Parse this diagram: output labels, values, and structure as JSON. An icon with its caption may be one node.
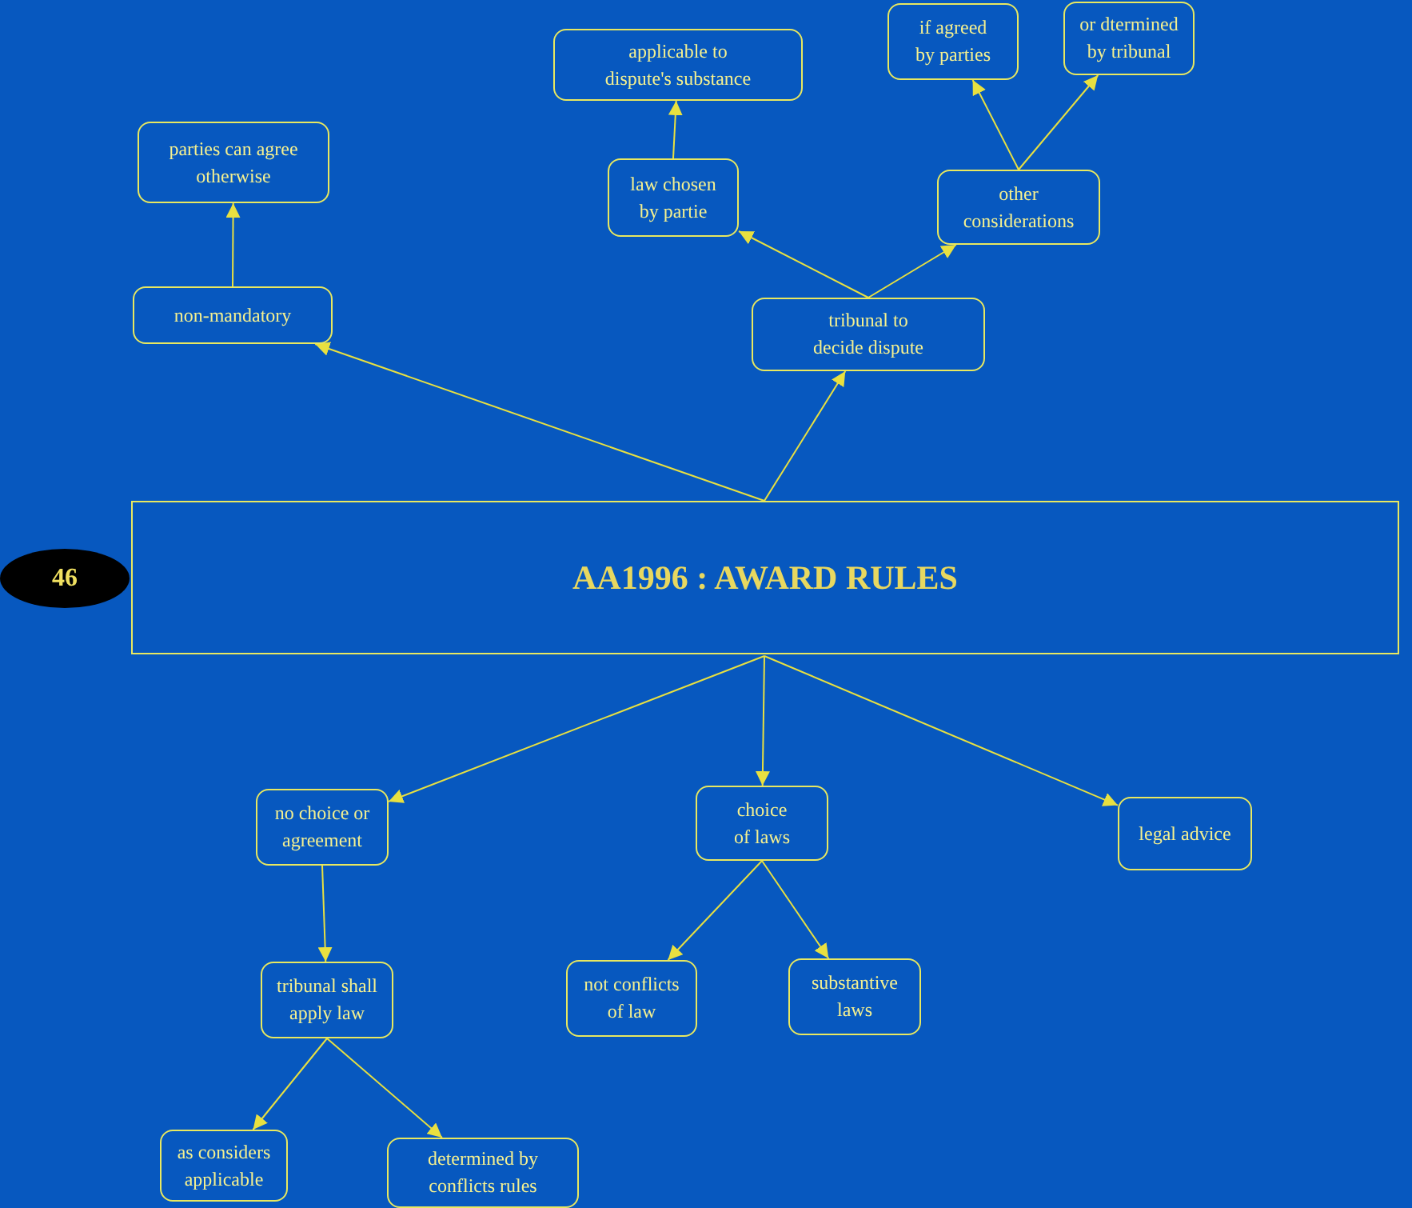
{
  "diagram": {
    "nodes": [
      {
        "text": [
          "46"
        ]
      },
      {
        "text": [
          "AA1996 : AWARD RULES"
        ]
      },
      {
        "text": [
          "parties can agree otherwise"
        ]
      },
      {
        "text": [
          "non-mandatory"
        ]
      },
      {
        "text": [
          "applicable to dispute's substance"
        ]
      },
      {
        "text": [
          "if agreed by parties"
        ]
      },
      {
        "text": [
          "or dtermined by tribunal"
        ]
      },
      {
        "text": [
          "law chosen by partie"
        ]
      },
      {
        "text": [
          "other considerations"
        ]
      },
      {
        "text": [
          "tribunal to decide dispute"
        ]
      },
      {
        "text": [
          "no choice or agreement"
        ]
      },
      {
        "text": [
          "choice of laws"
        ]
      },
      {
        "text": [
          "legal advice"
        ]
      },
      {
        "text": [
          "tribunal shall apply law"
        ]
      },
      {
        "text": [
          "not conflicts of law"
        ]
      },
      {
        "text": [
          "substantive laws"
        ]
      },
      {
        "text": [
          "as considers applicable"
        ]
      },
      {
        "text": [
          "determined by conflicts rules"
        ]
      }
    ],
    "edges": [
      {
        "from": 1,
        "to": 3,
        "arrow": "to"
      },
      {
        "from": 1,
        "to": 9,
        "arrow": "to"
      },
      {
        "from": 3,
        "to": 2,
        "arrow": "to"
      },
      {
        "from": 9,
        "to": 7,
        "arrow": "to"
      },
      {
        "from": 9,
        "to": 8,
        "arrow": "to"
      },
      {
        "from": 7,
        "to": 4,
        "arrow": "to"
      },
      {
        "from": 8,
        "to": 5,
        "arrow": "to"
      },
      {
        "from": 8,
        "to": 6,
        "arrow": "to"
      },
      {
        "from": 1,
        "to": 10,
        "arrow": "to"
      },
      {
        "from": 1,
        "to": 11,
        "arrow": "to"
      },
      {
        "from": 1,
        "to": 12,
        "arrow": "to"
      },
      {
        "from": 10,
        "to": 13,
        "arrow": "to"
      },
      {
        "from": 11,
        "to": 14,
        "arrow": "to"
      },
      {
        "from": 11,
        "to": 15,
        "arrow": "to"
      },
      {
        "from": 13,
        "to": 16,
        "arrow": "to"
      },
      {
        "from": 13,
        "to": 17,
        "arrow": "to"
      }
    ]
  }
}
